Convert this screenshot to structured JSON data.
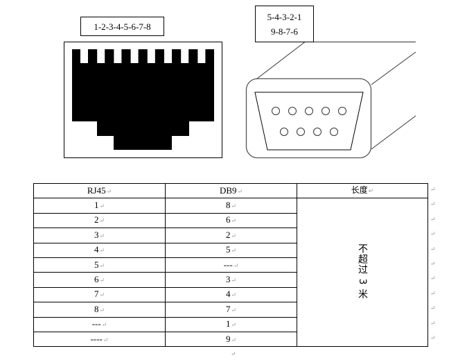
{
  "diagram": {
    "rj45_label": "1-2-3-4-5-6-7-8",
    "db9_label_top": "5-4-3-2-1",
    "db9_label_bottom": "9-8-7-6"
  },
  "table": {
    "headers": [
      "RJ45",
      "DB9",
      "长度"
    ],
    "rows": [
      [
        "1",
        "8"
      ],
      [
        "2",
        "6"
      ],
      [
        "3",
        "2"
      ],
      [
        "4",
        "5"
      ],
      [
        "5",
        "---"
      ],
      [
        "6",
        "3"
      ],
      [
        "7",
        "4"
      ],
      [
        "8",
        "7"
      ],
      [
        "---",
        "1"
      ],
      [
        "----",
        "9"
      ]
    ],
    "length_note": "不超过 3 米"
  }
}
